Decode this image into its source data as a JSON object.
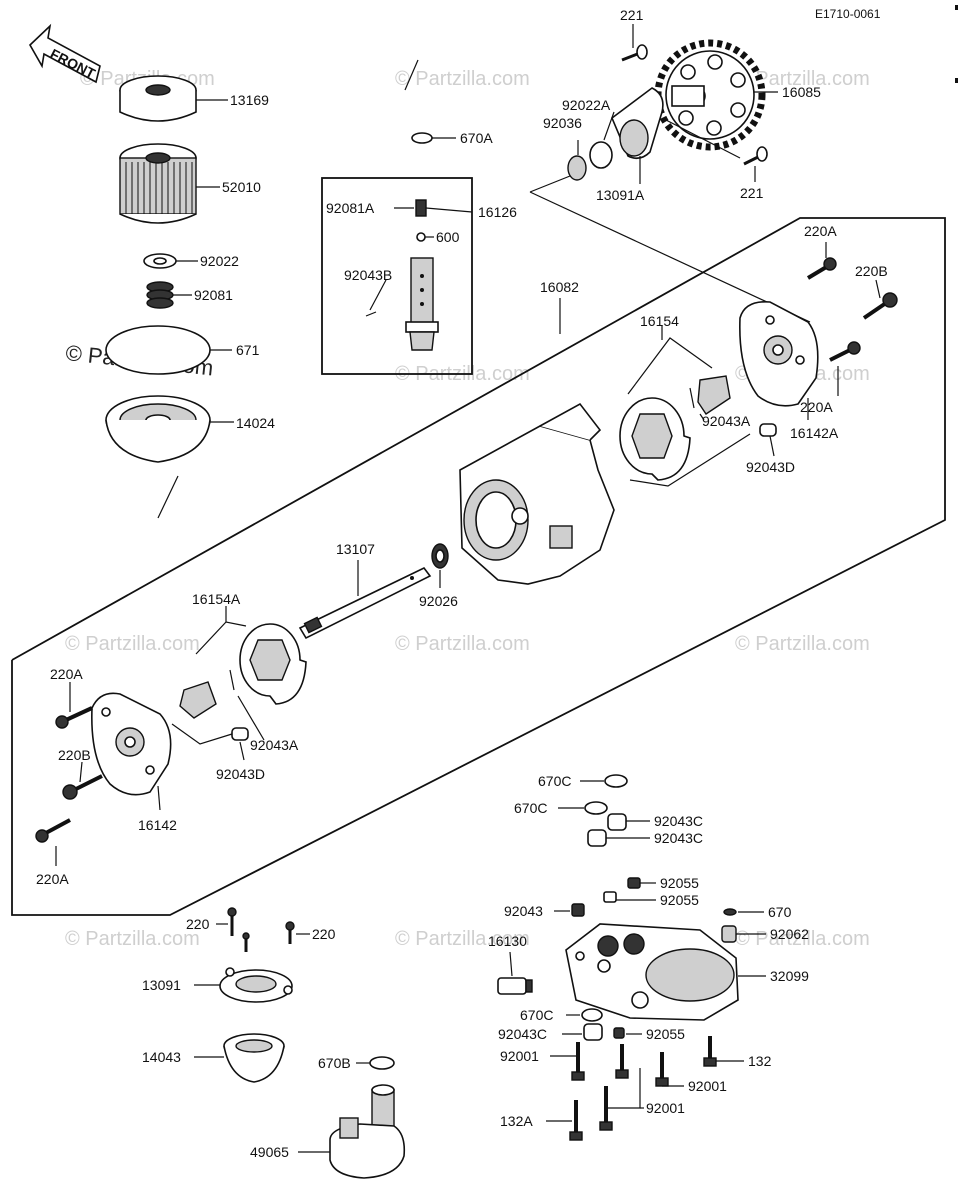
{
  "diagram_code": "E1710-0061",
  "front_label": "FRONT",
  "watermark": {
    "main": "© Partzilla.com",
    "faint": "© Partzilla.com"
  },
  "labels": {
    "l221_top": "221",
    "l13169": "13169",
    "l16085": "16085",
    "l670A": "670A",
    "l92022A": "92022A",
    "l92036": "92036",
    "l13091A": "13091A",
    "l221_bottom": "221",
    "l52010": "52010",
    "l92081A": "92081A",
    "l16126": "16126",
    "l600": "600",
    "l92022": "92022",
    "l92081": "92081",
    "l92043B": "92043B",
    "l16082": "16082",
    "l220A_1": "220A",
    "l220B_1": "220B",
    "l671": "671",
    "l16154": "16154",
    "l14024": "14024",
    "l92043A_1": "92043A",
    "l16142A": "16142A",
    "l220A_2": "220A",
    "l92043D_1": "92043D",
    "l13107": "13107",
    "l92026": "92026",
    "l16154A": "16154A",
    "l220A_3": "220A",
    "l92043A_2": "92043A",
    "l220B_2": "220B",
    "l92043D_2": "92043D",
    "l16142": "16142",
    "l220A_4": "220A",
    "l670C_1": "670C",
    "l670C_2": "670C",
    "l92043C_1": "92043C",
    "l92043C_2": "92043C",
    "l92055_1": "92055",
    "l92055_2": "92055",
    "l92043": "92043",
    "l670": "670",
    "l220_1": "220",
    "l220_2": "220",
    "l16130": "16130",
    "l92062": "92062",
    "l13091": "13091",
    "l32099": "32099",
    "l670C_3": "670C",
    "l92043C_3": "92043C",
    "l92055_3": "92055",
    "l14043": "14043",
    "l92001_1": "92001",
    "l132": "132",
    "l670B": "670B",
    "l92001_2": "92001",
    "l92001_3": "92001",
    "l132A": "132A",
    "l49065": "49065"
  }
}
